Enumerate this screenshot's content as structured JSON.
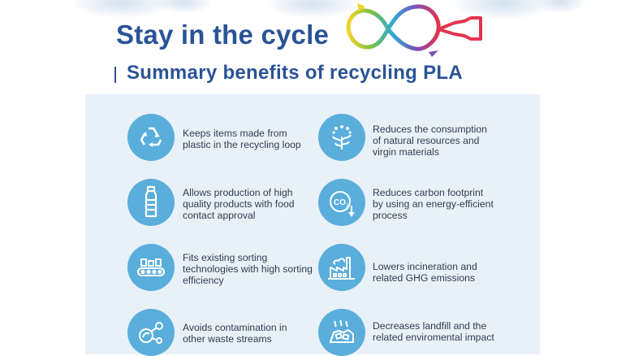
{
  "header": {
    "title": "Stay in the cycle",
    "subtitle": "Summary benefits of recycling PLA"
  },
  "colors": {
    "brand_blue": "#2a5396",
    "icon_blue": "#5aaedb",
    "panel_bg": "#e8f1f8"
  },
  "benefits": [
    {
      "icon": "recycle-icon",
      "text": "Keeps items made from plastic in the recycling loop"
    },
    {
      "icon": "plant-sprout-icon",
      "text": "Reduces the consumption of natural resources and virgin materials"
    },
    {
      "icon": "bottle-icon",
      "text": "Allows production of high quality products with food contact approval"
    },
    {
      "icon": "co2-reduction-icon",
      "text": "Reduces carbon footprint by using an energy-efficient process"
    },
    {
      "icon": "conveyor-belt-icon",
      "text": "Fits existing sorting technologies with high sorting efficiency"
    },
    {
      "icon": "factory-icon",
      "text": "Lowers incineration and related GHG emissions"
    },
    {
      "icon": "molecule-icon",
      "text": "Avoids contamination in other waste streams"
    },
    {
      "icon": "landfill-icon",
      "text": "Decreases landfill and the related enviromental impact"
    }
  ]
}
